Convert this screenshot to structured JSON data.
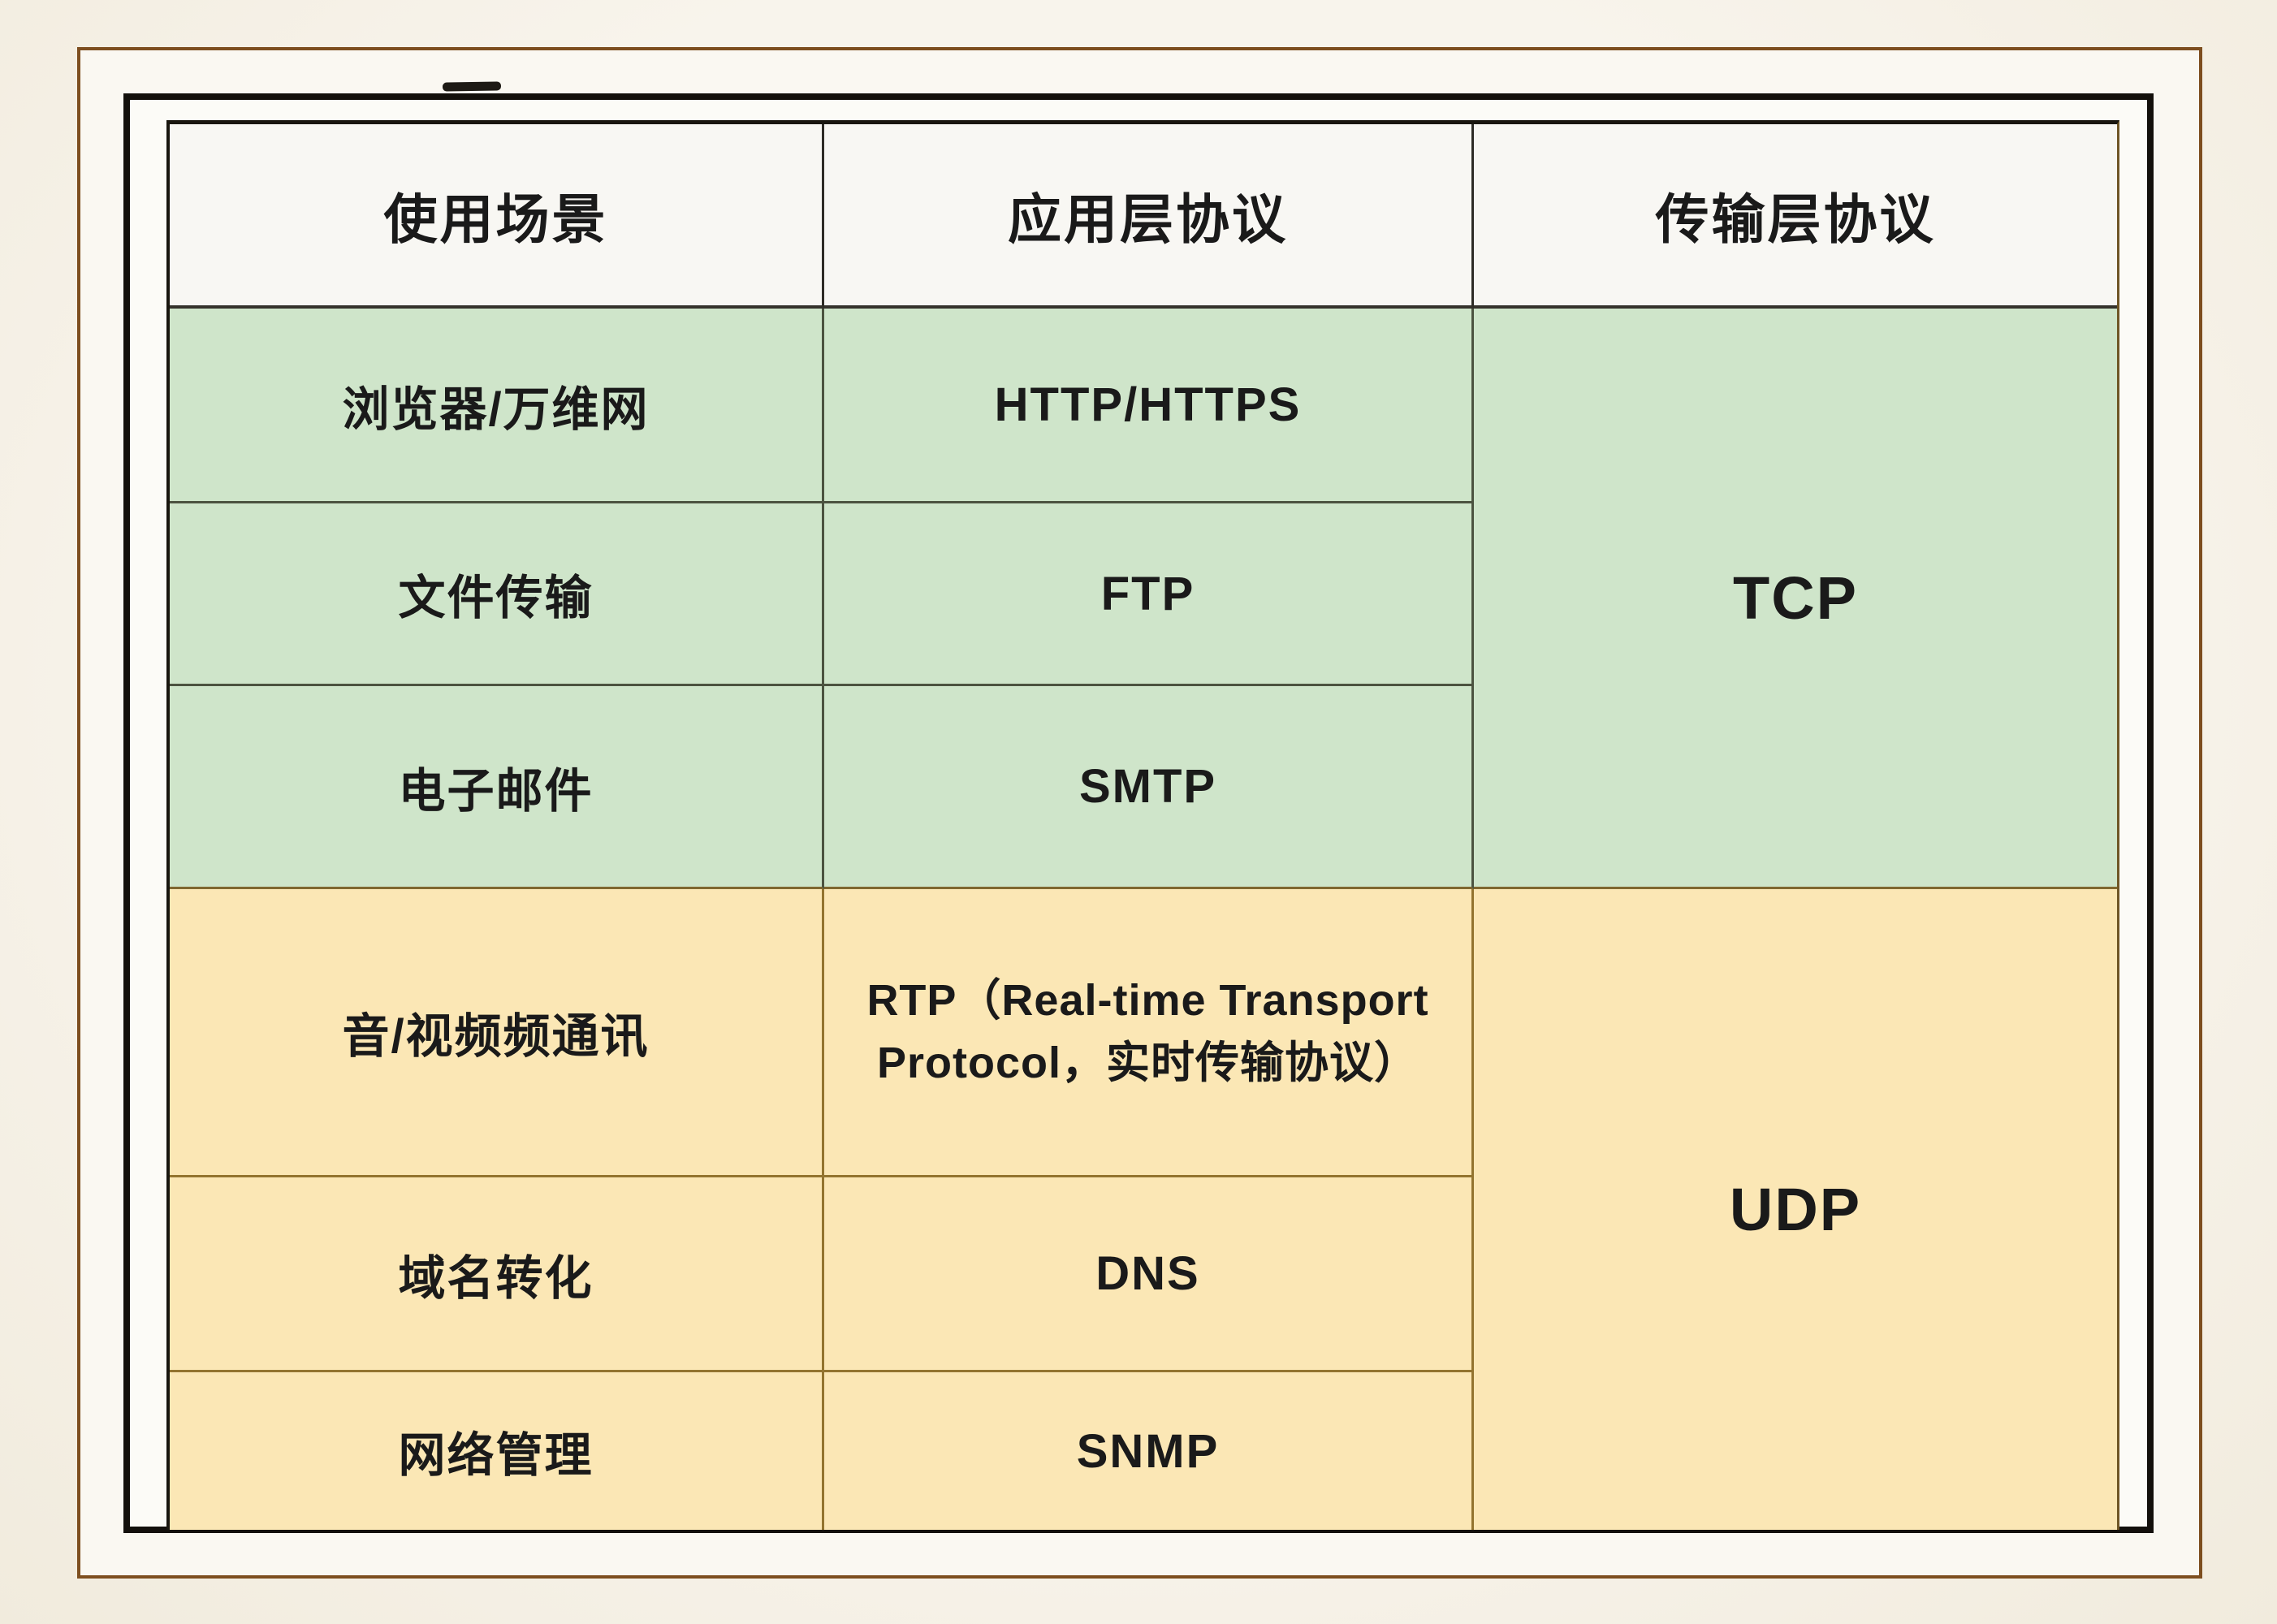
{
  "chart_data": {
    "type": "table",
    "title": "",
    "columns": [
      "使用场景",
      "应用层协议",
      "传输层协议"
    ],
    "rows": [
      [
        "浏览器/万维网",
        "HTTP/HTTPS",
        "TCP"
      ],
      [
        "文件传输",
        "FTP",
        "TCP"
      ],
      [
        "电子邮件",
        "SMTP",
        "TCP"
      ],
      [
        "音/视频频通讯",
        "RTP（Real-time Transport Protocol，实时传输协议）",
        "UDP"
      ],
      [
        "域名转化",
        "DNS",
        "UDP"
      ],
      [
        "网络管理",
        "SNMP",
        "UDP"
      ]
    ],
    "transport_groups": [
      {
        "label": "TCP",
        "row_indexes": [
          0,
          1,
          2
        ],
        "bg_color": "#cfe5ca"
      },
      {
        "label": "UDP",
        "row_indexes": [
          3,
          4,
          5
        ],
        "bg_color": "#fbe7b5"
      }
    ],
    "layout_hints": {
      "merged_transport_column": true,
      "header_row": true,
      "grid_on": true
    }
  },
  "colors": {
    "tcp_section_bg": "#cfe5ca",
    "udp_section_bg": "#fbe7b5",
    "header_bg": "#f8f7f3",
    "text": "#1a1a1a",
    "outer_frame": "#7d4e1f",
    "inner_frame": "#13100c",
    "page_background": "#f4efe5",
    "divider_green_zone": "#4c5340",
    "divider_yellow_zone": "#93742f"
  }
}
